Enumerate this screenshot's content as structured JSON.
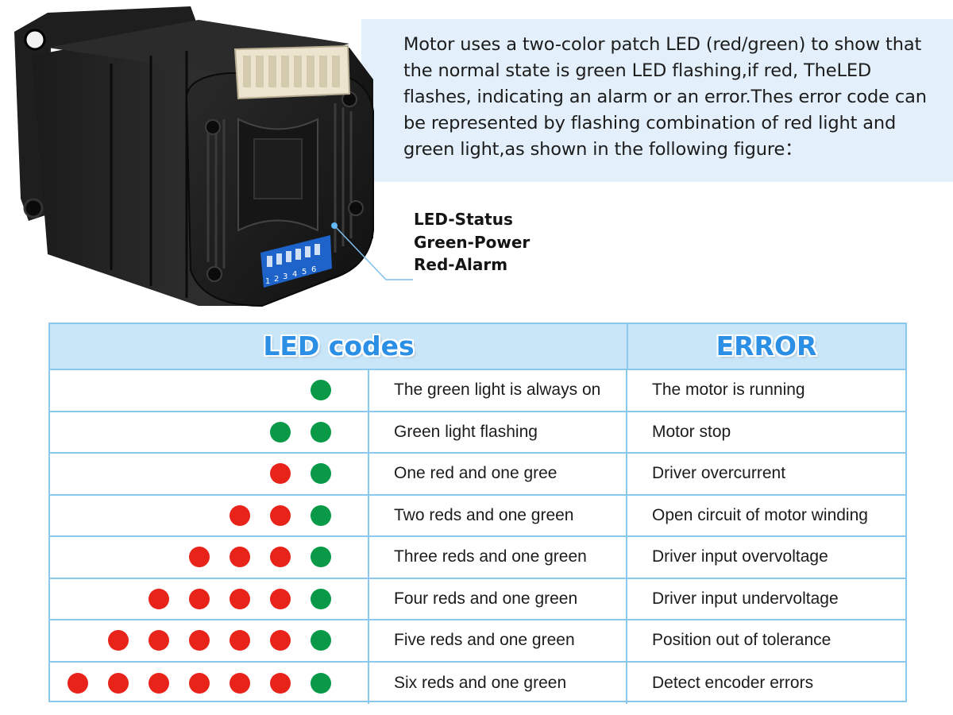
{
  "description": "Motor uses a two-color patch LED (red/green) to show that the normal state is green LED flashing,if red, TheLED flashes, indicating an alarm or an error.Thes error code can be represented by flashing combination of red light and green light,as shown in the following figure：",
  "led_callout": {
    "line1": "LED-Status",
    "line2": "Green-Power",
    "line3": "Red-Alarm"
  },
  "dip_switch_numbers": [
    "1",
    "2",
    "3",
    "4",
    "5",
    "6"
  ],
  "table": {
    "header_led": "LED codes",
    "header_error": "ERROR",
    "rows": [
      {
        "reds": 0,
        "greens": 1,
        "code": "The green light is always on",
        "error": "The motor is running"
      },
      {
        "reds": 0,
        "greens": 2,
        "code": "Green light flashing",
        "error": "Motor stop"
      },
      {
        "reds": 1,
        "greens": 1,
        "code": "One red and one gree",
        "error": "Driver overcurrent"
      },
      {
        "reds": 2,
        "greens": 1,
        "code": "Two reds and one green",
        "error": "Open circuit of motor winding"
      },
      {
        "reds": 3,
        "greens": 1,
        "code": "Three reds and one green",
        "error": "Driver input overvoltage"
      },
      {
        "reds": 4,
        "greens": 1,
        "code": "Four reds and one green",
        "error": "Driver input undervoltage"
      },
      {
        "reds": 5,
        "greens": 1,
        "code": "Five reds and one green",
        "error": "Position out of tolerance"
      },
      {
        "reds": 6,
        "greens": 1,
        "code": "Six reds and one green",
        "error": "Detect encoder errors"
      }
    ]
  },
  "colors": {
    "green_led": "#0a9a47",
    "red_led": "#e8231a",
    "header_text": "#2b8fe6",
    "header_bg": "#c9e5f8",
    "border": "#8cc7ee",
    "panel_bg": "#e3f0fb"
  }
}
